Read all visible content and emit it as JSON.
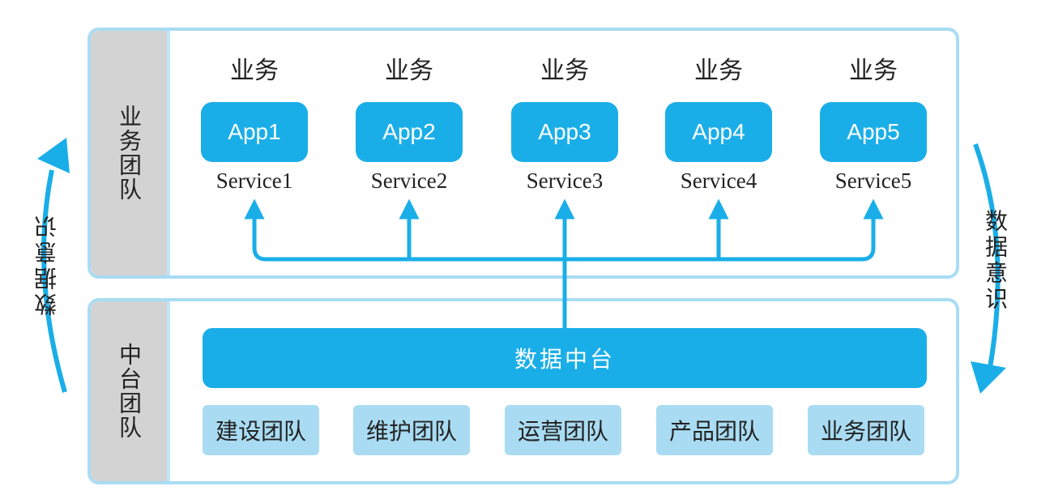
{
  "top_panel": {
    "side_label": "业务团队"
  },
  "bottom_panel": {
    "side_label": "中台团队"
  },
  "services": [
    {
      "business": "业务",
      "app": "App1",
      "service": "Service1"
    },
    {
      "business": "业务",
      "app": "App2",
      "service": "Service2"
    },
    {
      "business": "业务",
      "app": "App3",
      "service": "Service3"
    },
    {
      "business": "业务",
      "app": "App4",
      "service": "Service4"
    },
    {
      "business": "业务",
      "app": "App5",
      "service": "Service5"
    }
  ],
  "data_platform": "数据中台",
  "teams": [
    "建设团队",
    "维护团队",
    "运营团队",
    "产品团队",
    "业务团队"
  ],
  "left_arrow_label": "数据意识",
  "right_arrow_label": "数据意识",
  "colors": {
    "accent": "#1aaee8",
    "light_accent": "#a9dcf3",
    "side_gray": "#d3d3d3"
  }
}
